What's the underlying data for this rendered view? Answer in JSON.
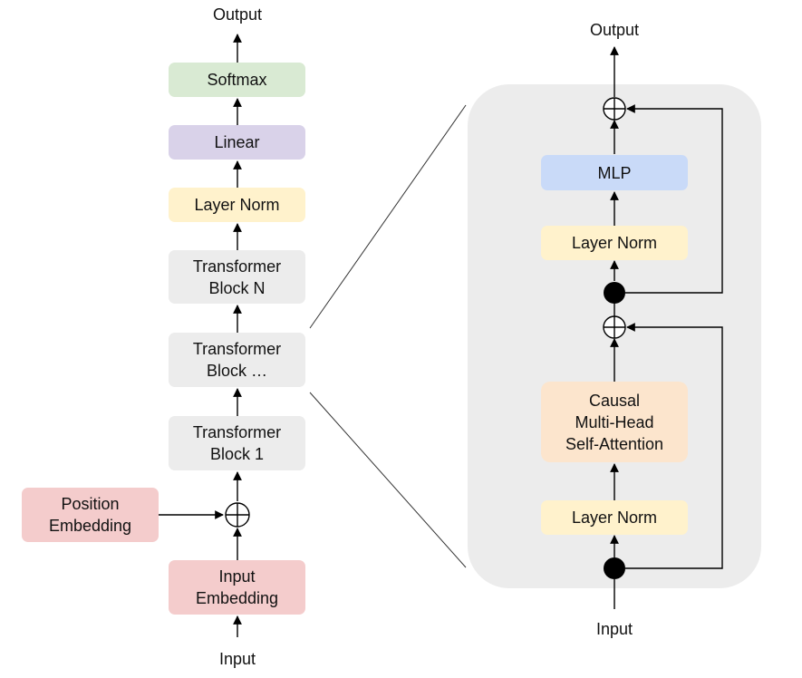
{
  "colors": {
    "softmax": "#d9ead3",
    "linear": "#d9d2e9",
    "layer_norm": "#fff2cc",
    "transformer_block": "#ececec",
    "embedding": "#f4cccc",
    "mlp": "#c9daf8",
    "attention": "#fce5cd",
    "panel": "#ececec"
  },
  "left": {
    "output_label": "Output",
    "softmax": "Softmax",
    "linear": "Linear",
    "layer_norm": "Layer Norm",
    "block_n": {
      "line1": "Transformer",
      "line2": "Block N"
    },
    "block_mid": {
      "line1": "Transformer",
      "line2": "Block …"
    },
    "block_1": {
      "line1": "Transformer",
      "line2": "Block 1"
    },
    "position_embedding": {
      "line1": "Position",
      "line2": "Embedding"
    },
    "input_embedding": {
      "line1": "Input",
      "line2": "Embedding"
    },
    "input_label": "Input"
  },
  "right": {
    "output_label": "Output",
    "mlp": "MLP",
    "layer_norm_top": "Layer Norm",
    "attention": {
      "line1": "Causal",
      "line2": "Multi-Head",
      "line3": "Self-Attention"
    },
    "layer_norm_bottom": "Layer Norm",
    "input_label": "Input"
  },
  "icons": {
    "add": "circled-plus",
    "junction": "filled-dot",
    "arrow": "arrowhead"
  }
}
